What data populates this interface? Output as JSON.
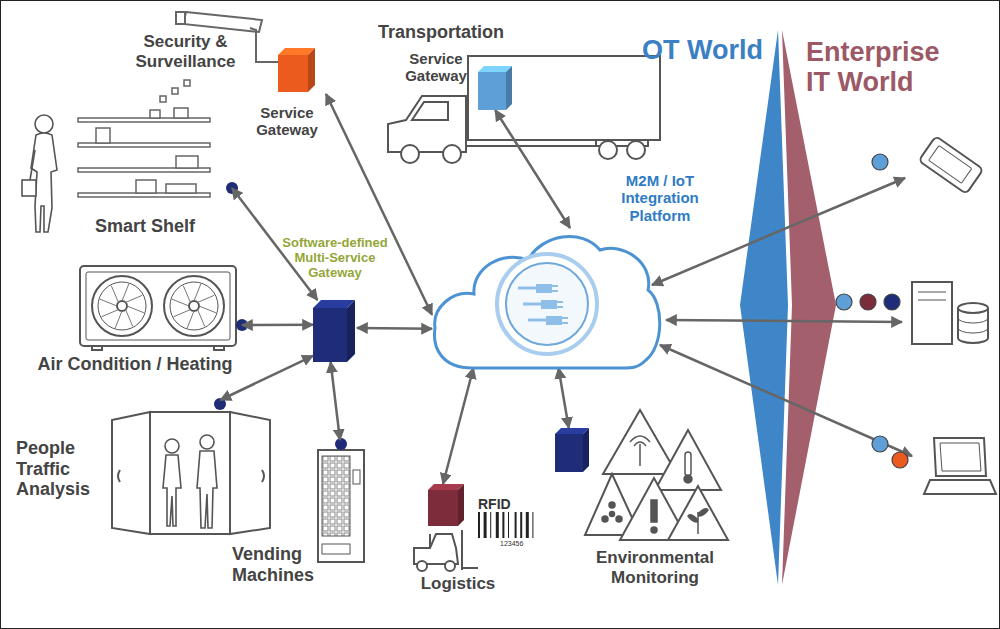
{
  "diagram": {
    "nodes": [
      {
        "text": [
          "Security & Surveillance"
        ]
      },
      {
        "text": [
          "Service Gateway"
        ]
      },
      {
        "text": [
          "Transportation"
        ]
      },
      {
        "text": [
          "Service Gateway"
        ]
      },
      {
        "text": [
          "Smart Shelf"
        ]
      },
      {
        "text": [
          "Software-defined Multi-Service Gateway"
        ]
      },
      {
        "text": [
          "M2M / IoT Integration Platform"
        ]
      },
      {
        "text": [
          "Air Condition / Heating"
        ]
      },
      {
        "text": [
          "People Traffic Analysis"
        ]
      },
      {
        "text": [
          "Vending Machines"
        ]
      },
      {
        "text": [
          "Logistics"
        ]
      },
      {
        "text": [
          "Environmental Monitoring"
        ]
      }
    ],
    "edges": [
      {
        "from": 4,
        "to": 5,
        "arrow": "both"
      },
      {
        "from": 7,
        "to": 5,
        "arrow": "both"
      },
      {
        "from": 8,
        "to": 5,
        "arrow": "both"
      },
      {
        "from": 9,
        "to": 5,
        "arrow": "both"
      },
      {
        "from": 5,
        "to": 6,
        "arrow": "both"
      },
      {
        "from": 1,
        "to": 6,
        "arrow": "both"
      },
      {
        "from": 3,
        "to": 6,
        "arrow": "both"
      },
      {
        "from": 10,
        "to": 6,
        "arrow": "both"
      },
      {
        "from": 11,
        "to": 6,
        "arrow": "both"
      }
    ],
    "labels": [
      "OT World",
      "Enterprise IT World",
      "RFID",
      "123456"
    ]
  }
}
